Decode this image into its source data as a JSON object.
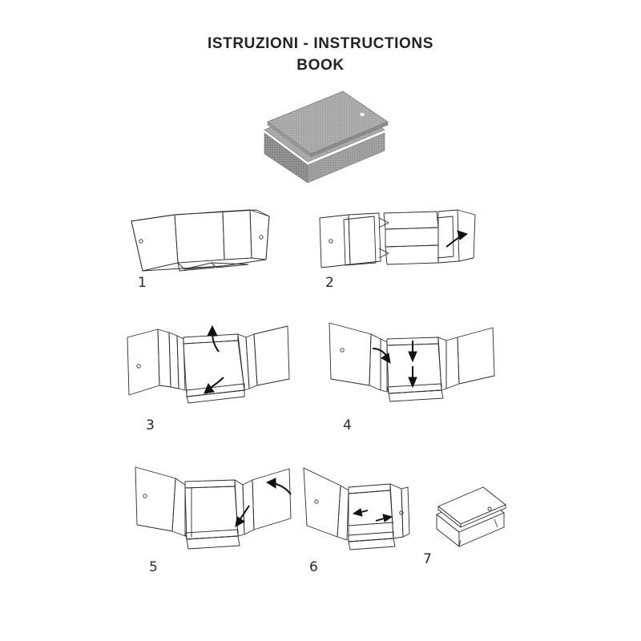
{
  "document": {
    "title_main": "ISTRUZIONI - INSTRUCTIONS",
    "title_sub": "BOOK",
    "background_color": "#ffffff",
    "line_color": "#2b2b2b",
    "arrow_color": "#111111"
  },
  "hero": {
    "name": "closed-box-photo",
    "description": "BOOK",
    "fill_color": "#a8a8a8",
    "shade_top": "#b4b4b4",
    "shade_side": "#8f8f8f"
  },
  "steps": [
    {
      "number": "1",
      "name": "flat-blank",
      "label": "1",
      "arrows": []
    },
    {
      "number": "2",
      "name": "fold-right-panel",
      "label": "2",
      "arrows": [
        "curved-right"
      ]
    },
    {
      "number": "3",
      "name": "raise-side-walls",
      "label": "3",
      "arrows": [
        "curved-up",
        "curved-down"
      ]
    },
    {
      "number": "4",
      "name": "press-walls-down",
      "label": "4",
      "arrows": [
        "down",
        "down",
        "curved-down-left"
      ]
    },
    {
      "number": "5",
      "name": "close-right-flap",
      "label": "5",
      "arrows": [
        "curved-left",
        "curved-left"
      ]
    },
    {
      "number": "6",
      "name": "secure-side-panel",
      "label": "6",
      "arrows": [
        "left",
        "right"
      ]
    },
    {
      "number": "7",
      "name": "finished-box",
      "label": "7",
      "arrows": []
    }
  ]
}
